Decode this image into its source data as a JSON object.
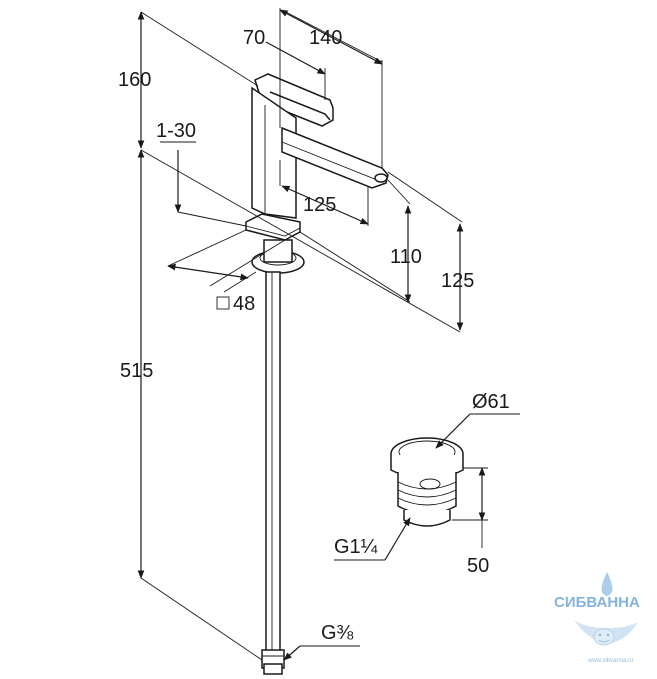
{
  "dimensions": {
    "d70": "70",
    "d140": "140",
    "d160": "160",
    "d1_30": "1-30",
    "d125_spout": "125",
    "d110": "110",
    "d125_height": "125",
    "d48": "48",
    "d515": "515",
    "d61": "Ø61",
    "g114": "G1¼",
    "d50": "50",
    "g38": "G⅜"
  },
  "watermark": {
    "brand": "СИБВАННА",
    "url": "www.sibvanna.ru"
  }
}
